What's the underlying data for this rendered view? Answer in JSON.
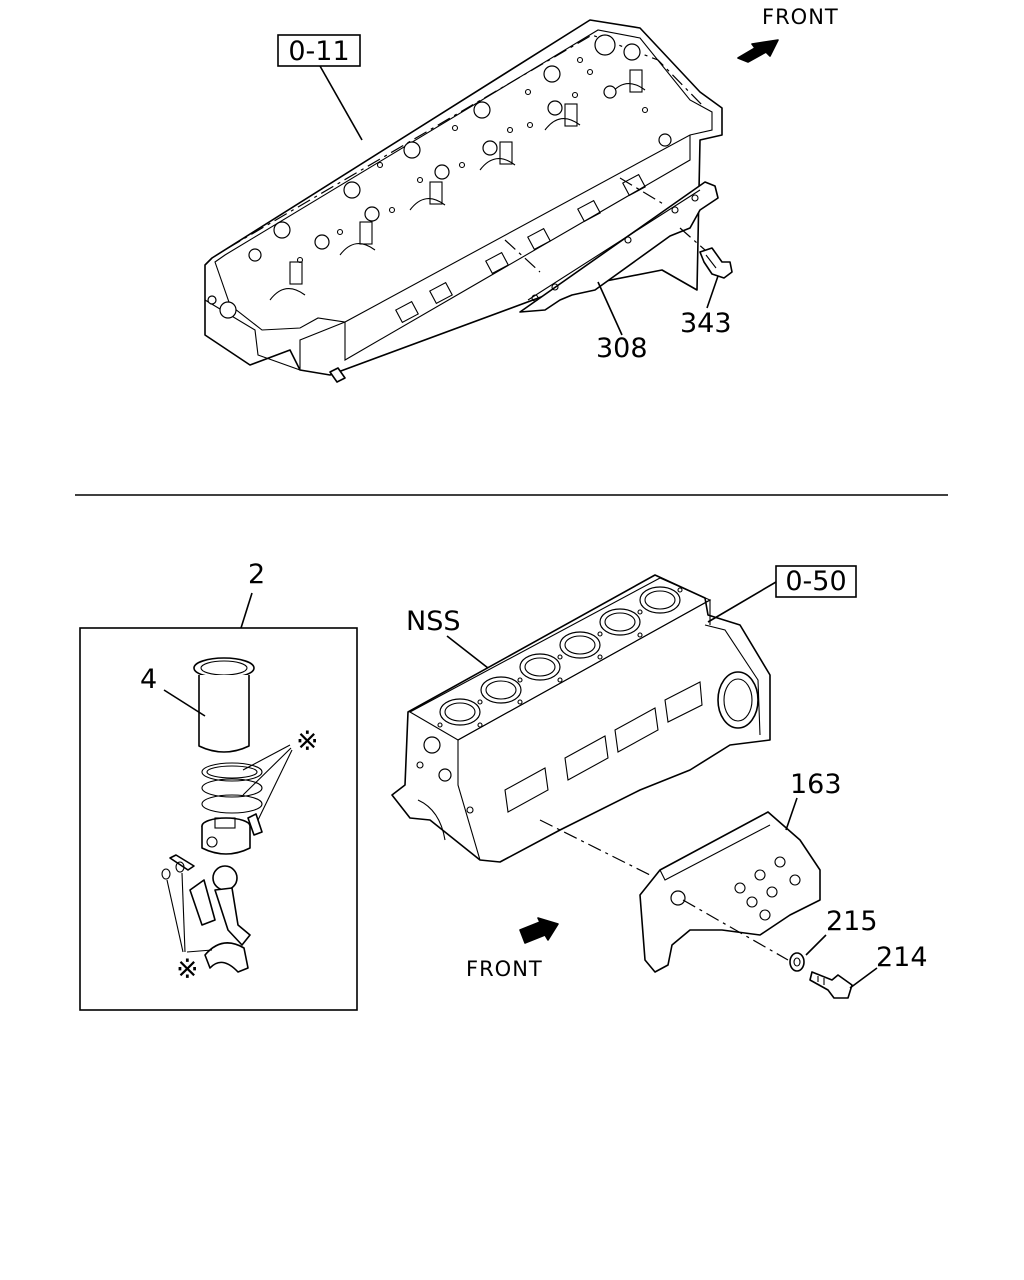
{
  "upper_view": {
    "ref_box": "0-11",
    "front_label": "FRONT",
    "callouts": [
      "308",
      "343"
    ]
  },
  "lower_view": {
    "ref_box": "0-50",
    "front_label": "FRONT",
    "callouts": [
      "NSS",
      "163",
      "215",
      "214"
    ],
    "piston_kit": {
      "kit_callout": "2",
      "liner_callout": "4",
      "marker_top": "※",
      "marker_bottom": "※"
    }
  }
}
